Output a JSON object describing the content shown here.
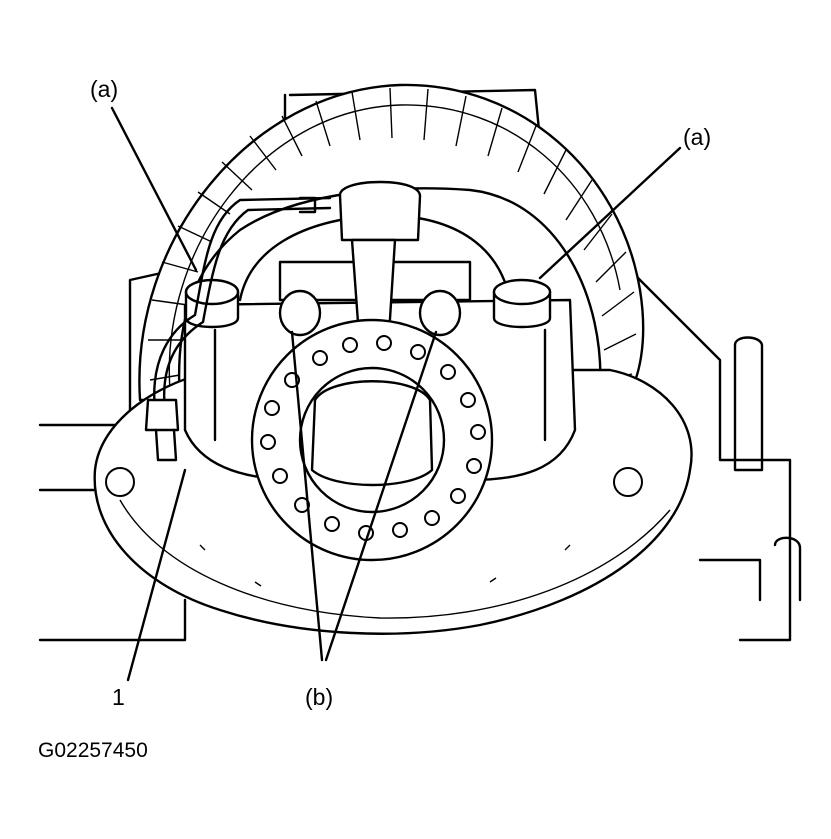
{
  "callouts": {
    "a_left": "(a)",
    "a_right": "(a)",
    "one": "1",
    "b": "(b)"
  },
  "figure_code": "G02257450"
}
